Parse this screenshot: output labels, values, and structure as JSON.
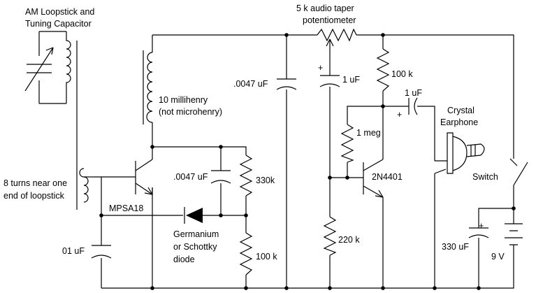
{
  "labels": {
    "am_loopstick_line1": "AM Loopstick and",
    "am_loopstick_line2": "Tuning Capacitor",
    "pot_line1": "5 k audio taper",
    "pot_line2": "potentiometer",
    "cap_0047_top": ".0047 uF",
    "cap_1uf_left": "1 uF",
    "res_100k_top": "100 k",
    "cap_1uf_right": "1 uF",
    "ind_10mh_line1": "10 millihenry",
    "ind_10mh_line2": "(not microhenry)",
    "earphone_line1": "Crystal",
    "earphone_line2": "Earphone",
    "res_1meg": "1 meg",
    "turns_line1": "8 turns near one",
    "turns_line2": "end of loopstick",
    "cap_0047_mid": ".0047 uF",
    "res_330k": "330k",
    "q2_label": "2N4401",
    "switch_label": "Switch",
    "q1_label": "MPSA18",
    "diode_line1": "Germanium",
    "diode_line2": "or Schottky",
    "diode_line3": "diode",
    "res_220k": "220 k",
    "cap_01uf": "01 uF",
    "res_100k_bottom": "100 k",
    "cap_330uf": "330 uF",
    "battery_voltage": "9 V",
    "plus_1uf": "+",
    "plus_coupling": "+",
    "plus_330uf": "+"
  }
}
